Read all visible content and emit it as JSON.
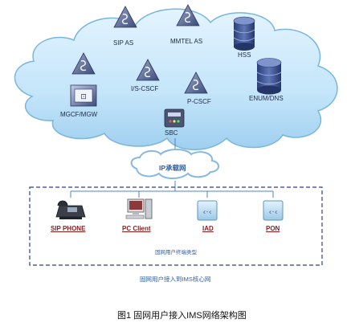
{
  "cloud_nodes": {
    "sip_as": "SIP AS",
    "mmtel_as": "MMTEL AS",
    "hss": "HSS",
    "enum_dns": "ENUM/DNS",
    "mgcf_mgw": "MGCF/MGW",
    "i_s_cscf": "I/S-CSCF",
    "p_cscf": "P-CSCF",
    "sbc": "SBC"
  },
  "ip_network": "IP承载网",
  "terminals": {
    "sip_phone": "SIP PHONE",
    "pc_client": "PC Client",
    "iad": "IAD",
    "pon": "PON"
  },
  "terminal_group_label": "固网用户终端类型",
  "access_label": "固网用户接入到IMS核心网",
  "figure_caption": "图1  固网用户接入IMS网络架构图",
  "colors": {
    "cloud_fill": "#c9e7fb",
    "cloud_stroke": "#6faed8",
    "dashed_border": "#2c3f8c",
    "link_line": "#4a86c8",
    "terminal_text": "#8a1b1b",
    "access_text": "#2f5fa8"
  },
  "icons": [
    "sip-as-server-icon",
    "mmtel-as-server-icon",
    "hss-database-icon",
    "enum-dns-database-icon",
    "mgcf-mgw-gateway-icon",
    "i-s-cscf-server-icon",
    "p-cscf-server-icon",
    "sbc-device-icon",
    "sip-phone-icon",
    "pc-client-icon",
    "iad-device-icon",
    "pon-device-icon"
  ]
}
